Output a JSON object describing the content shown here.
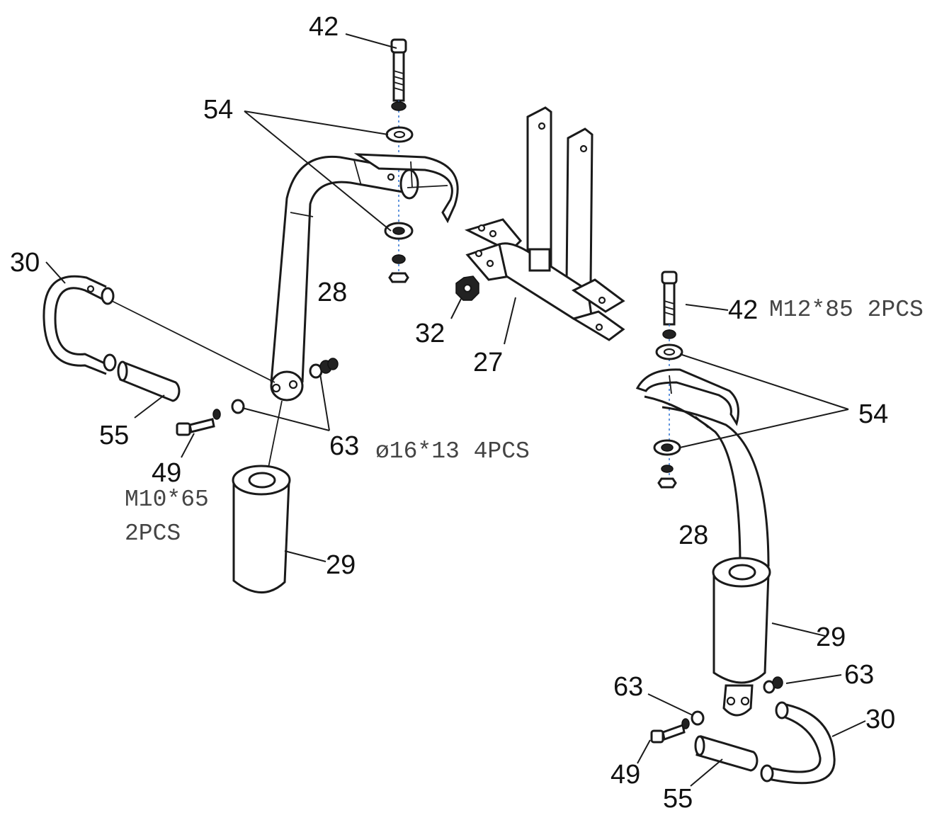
{
  "diagram": {
    "parts": [
      {
        "id": "p42a",
        "number": "42"
      },
      {
        "id": "p54a",
        "number": "54"
      },
      {
        "id": "p30a",
        "number": "30"
      },
      {
        "id": "p28a",
        "number": "28"
      },
      {
        "id": "p32",
        "number": "32"
      },
      {
        "id": "p27",
        "number": "27"
      },
      {
        "id": "p42b",
        "number": "42"
      },
      {
        "id": "p55a",
        "number": "55"
      },
      {
        "id": "p63a",
        "number": "63"
      },
      {
        "id": "p49a",
        "number": "49"
      },
      {
        "id": "p29a",
        "number": "29"
      },
      {
        "id": "p54b",
        "number": "54"
      },
      {
        "id": "p28b",
        "number": "28"
      },
      {
        "id": "p29b",
        "number": "29"
      },
      {
        "id": "p63b",
        "number": "63"
      },
      {
        "id": "p63c",
        "number": "63"
      },
      {
        "id": "p30b",
        "number": "30"
      },
      {
        "id": "p49b",
        "number": "49"
      },
      {
        "id": "p55b",
        "number": "55"
      }
    ],
    "specs": {
      "bolt_42": "M12*85 2PCS",
      "sleeve_63": "ø16*13 4PCS",
      "bolt_49_size": "M10*65",
      "bolt_49_qty": "2PCS"
    },
    "colors": {
      "line": "#1a1a1a",
      "axis": "#3a7bd5",
      "spec_text": "#444444"
    }
  }
}
